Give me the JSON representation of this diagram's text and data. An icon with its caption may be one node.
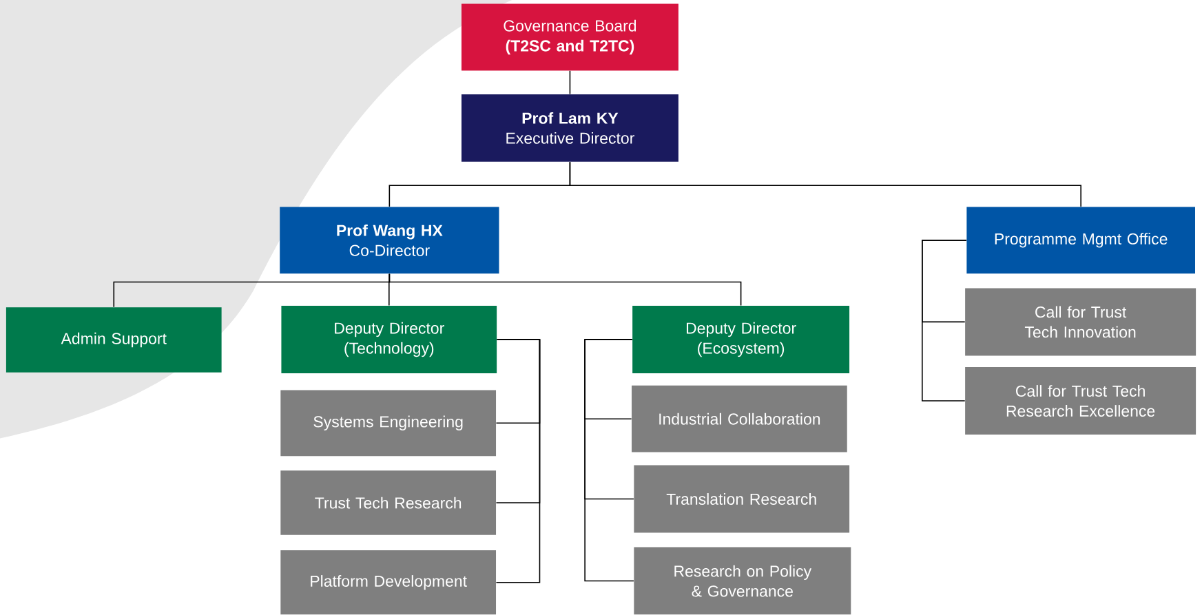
{
  "diagram": {
    "nodes": [
      {
        "text": [
          "Governance Board",
          "(T2SC and T2TC)"
        ]
      },
      {
        "text": [
          "Prof Lam KY",
          "Executive Director"
        ]
      },
      {
        "text": [
          "Prof Wang HX",
          "Co-Director"
        ]
      },
      {
        "text": [
          "Programme Mgmt Office"
        ]
      },
      {
        "text": [
          "Admin Support"
        ]
      },
      {
        "text": [
          "Deputy Director (Technology)"
        ]
      },
      {
        "text": [
          "Systems Engineering"
        ]
      },
      {
        "text": [
          "Trust Tech Research"
        ]
      },
      {
        "text": [
          "Platform Development"
        ]
      },
      {
        "text": [
          "Deputy Director (Ecosystem)"
        ]
      },
      {
        "text": [
          "Industrial Collaboration"
        ]
      },
      {
        "text": [
          "Translation Research"
        ]
      },
      {
        "text": [
          "Research on Policy & Governance"
        ]
      },
      {
        "text": [
          "Call for Trust Tech Innovation"
        ]
      },
      {
        "text": [
          "Call for Trust Tech Research Excellence"
        ]
      }
    ],
    "edges": [
      {
        "from": 0,
        "to": 1,
        "arrow": "none"
      },
      {
        "from": 1,
        "to": 2,
        "arrow": "none"
      },
      {
        "from": 1,
        "to": 3,
        "arrow": "none"
      },
      {
        "from": 2,
        "to": 4,
        "arrow": "none"
      },
      {
        "from": 2,
        "to": 5,
        "arrow": "none"
      },
      {
        "from": 2,
        "to": 9,
        "arrow": "none"
      },
      {
        "from": 5,
        "to": 6,
        "arrow": "none"
      },
      {
        "from": 5,
        "to": 7,
        "arrow": "none"
      },
      {
        "from": 5,
        "to": 8,
        "arrow": "none"
      },
      {
        "from": 9,
        "to": 10,
        "arrow": "none"
      },
      {
        "from": 9,
        "to": 11,
        "arrow": "none"
      },
      {
        "from": 9,
        "to": 12,
        "arrow": "none"
      },
      {
        "from": 3,
        "to": 13,
        "arrow": "none"
      },
      {
        "from": 3,
        "to": 14,
        "arrow": "none"
      }
    ]
  }
}
